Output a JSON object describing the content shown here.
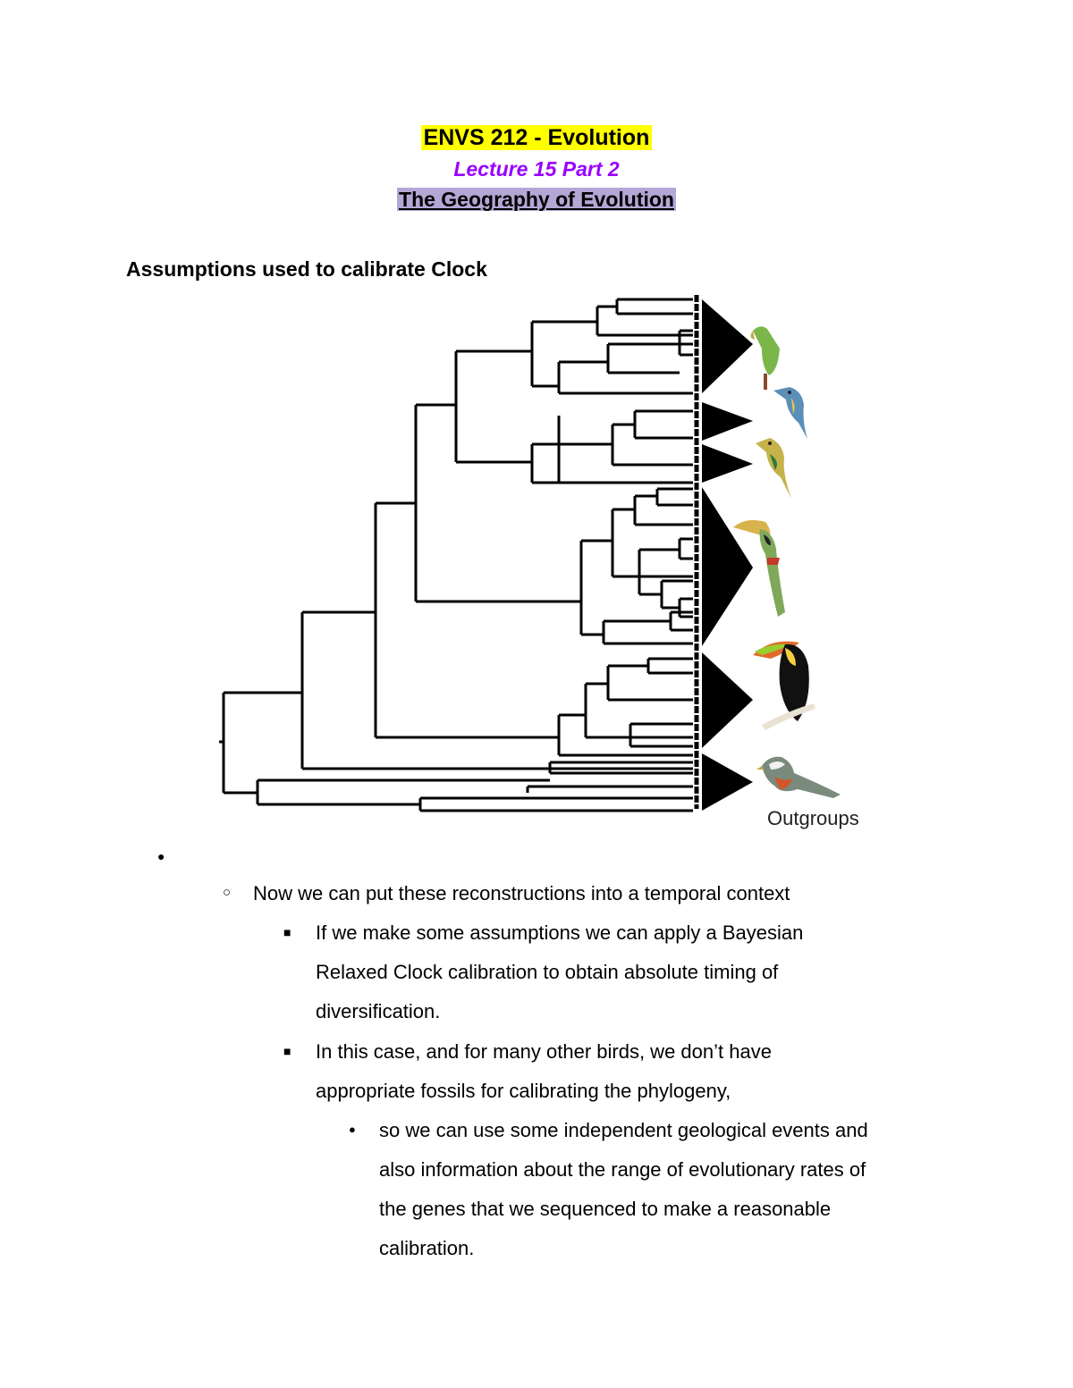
{
  "header": {
    "course": "ENVS 212 - Evolution",
    "lecture": "Lecture 15 Part 2",
    "topic": "The Geography of Evolution"
  },
  "section": {
    "heading": "Assumptions used to calibrate Clock"
  },
  "figure": {
    "outgroup_label": "Outgroups"
  },
  "bullets": {
    "level2": "Now we can put these reconstructions into a temporal context",
    "item1": [
      "If we make some assumptions we can apply a Bayesian",
      "Relaxed Clock calibration to obtain absolute timing of",
      "diversification."
    ],
    "item2": [
      "In this case, and for many other birds, we don’t have",
      "appropriate fossils for calibrating the phylogeny,"
    ],
    "sub": [
      "so we can use some independent geological events and",
      "also information about the range of evolutionary rates of",
      "the genes that we sequenced to make a reasonable",
      "calibration."
    ]
  }
}
